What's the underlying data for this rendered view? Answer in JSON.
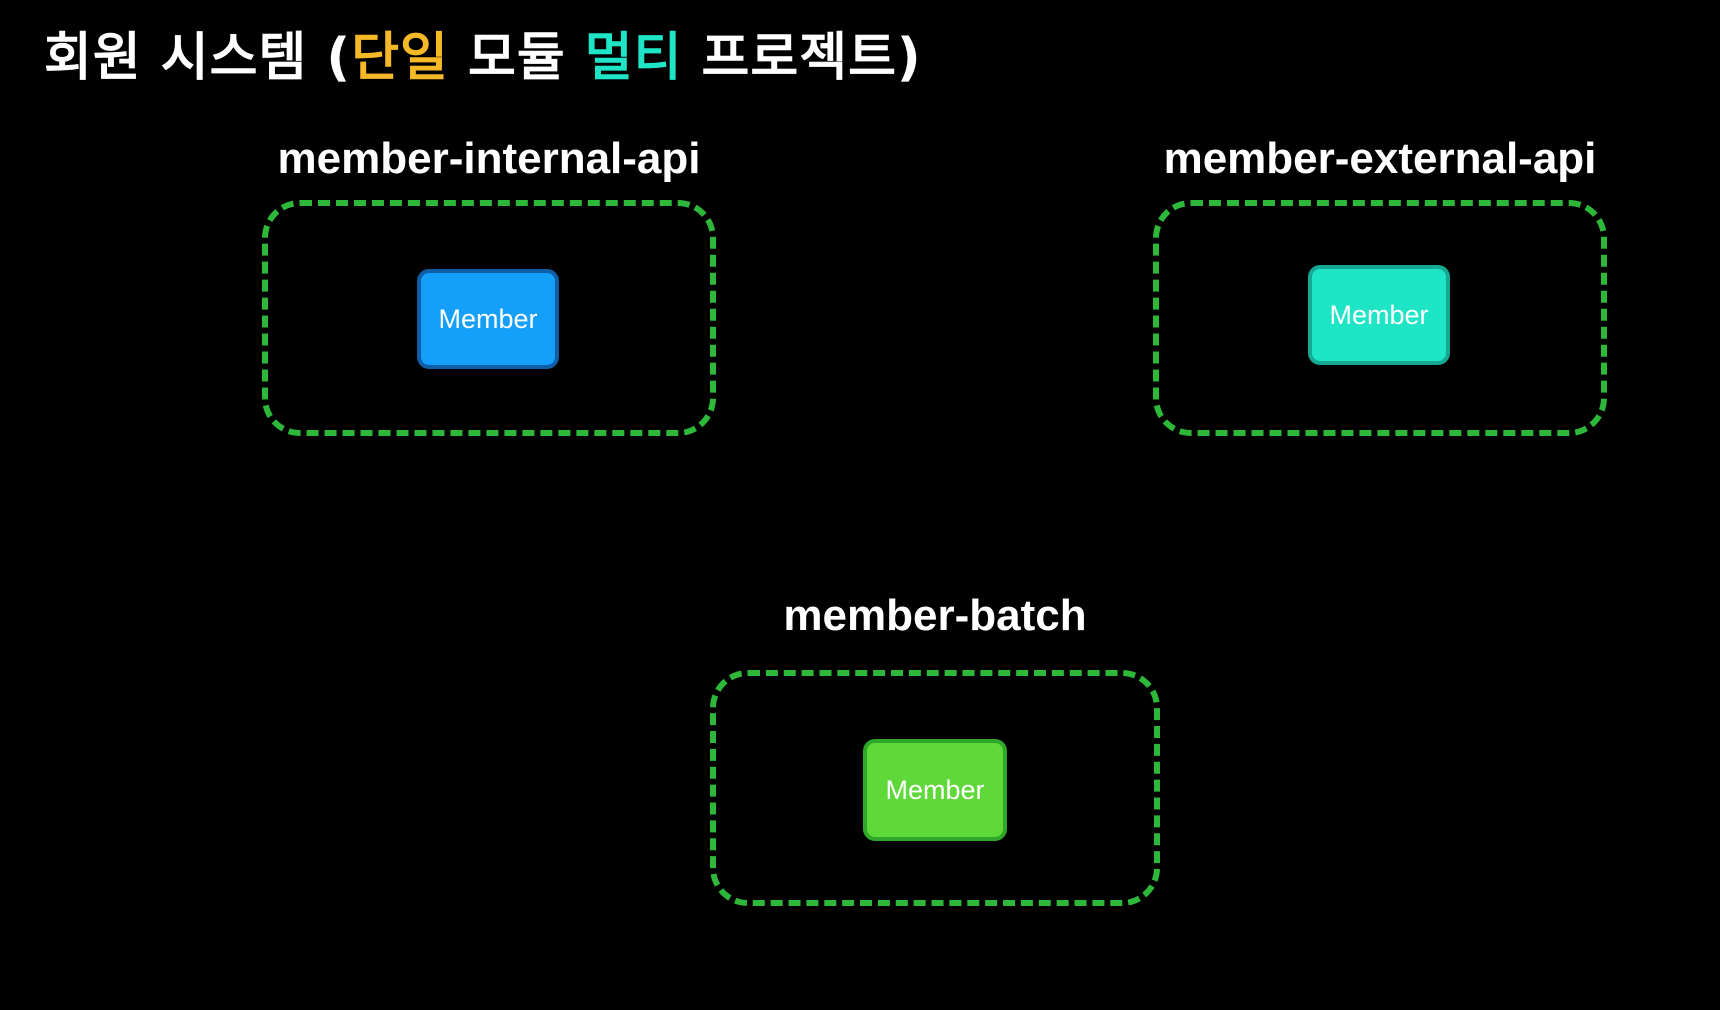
{
  "title": {
    "parts": [
      {
        "text": "회원 시스템 (",
        "color": "#ffffff"
      },
      {
        "text": "단일",
        "color": "#f5b827"
      },
      {
        "text": " 모듈 ",
        "color": "#ffffff"
      },
      {
        "text": "멀티",
        "color": "#1de5c6"
      },
      {
        "text": " 프로젝트)",
        "color": "#ffffff"
      }
    ]
  },
  "modules": [
    {
      "name": "member-internal-api",
      "entity": {
        "label": "Member",
        "fill": "#149ffb",
        "border": "#0f5ea6"
      }
    },
    {
      "name": "member-external-api",
      "entity": {
        "label": "Member",
        "fill": "#1de5c6",
        "border": "#16a893"
      }
    },
    {
      "name": "member-batch",
      "entity": {
        "label": "Member",
        "fill": "#5fd83a",
        "border": "#2fa82a"
      }
    }
  ],
  "colors": {
    "background": "#000000",
    "frame": "#2db83a"
  }
}
